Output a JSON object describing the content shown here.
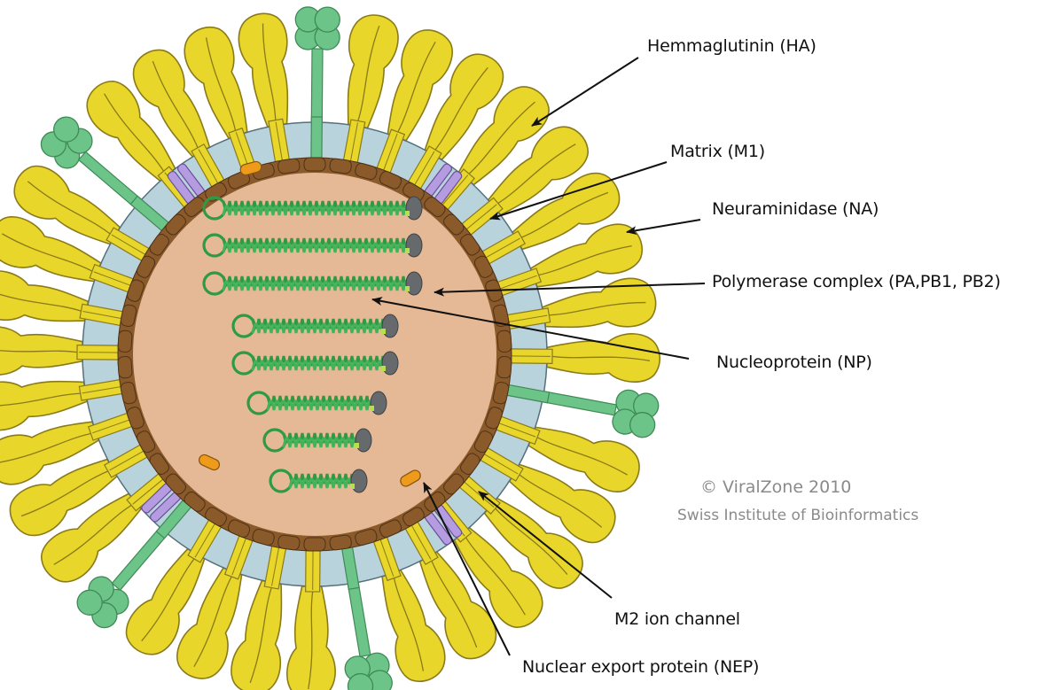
{
  "figure": {
    "title": "Influenza virion structure",
    "labels": [
      {
        "id": "ha",
        "text": "Hemmaglutinin (HA)"
      },
      {
        "id": "m1",
        "text": "Matrix (M1)"
      },
      {
        "id": "na",
        "text": "Neuraminidase (NA)"
      },
      {
        "id": "polymerase",
        "text": "Polymerase complex (PA,PB1, PB2)"
      },
      {
        "id": "np",
        "text": "Nucleoprotein (NP)"
      },
      {
        "id": "m2",
        "text": "M2 ion channel"
      },
      {
        "id": "nep",
        "text": "Nuclear export protein (NEP)"
      }
    ],
    "credit": {
      "line1": "© ViralZone 2010",
      "line2": "Swiss Institute of Bioinformatics"
    },
    "components": {
      "ha_spikes": "yellow",
      "na_spikes": "green",
      "m2_channels": "purple",
      "m1_matrix": "brown",
      "nep": "orange",
      "rnp_segments": 8
    },
    "colors": {
      "hemagglutinin": "#e8d62a",
      "hemagglutinin_outline": "#8a7a1a",
      "neuraminidase": "#6cc488",
      "neuraminidase_outline": "#3e8a56",
      "m2": "#b59be0",
      "matrix": "#8b5a2b",
      "envelope": "#b9d3dd",
      "interior": "#e5b996",
      "nep": "#ee9a1a",
      "rnp": "#2f9a45",
      "polymerase": "#666a6c",
      "text": "#111111",
      "credit": "#8a8a8a"
    }
  }
}
